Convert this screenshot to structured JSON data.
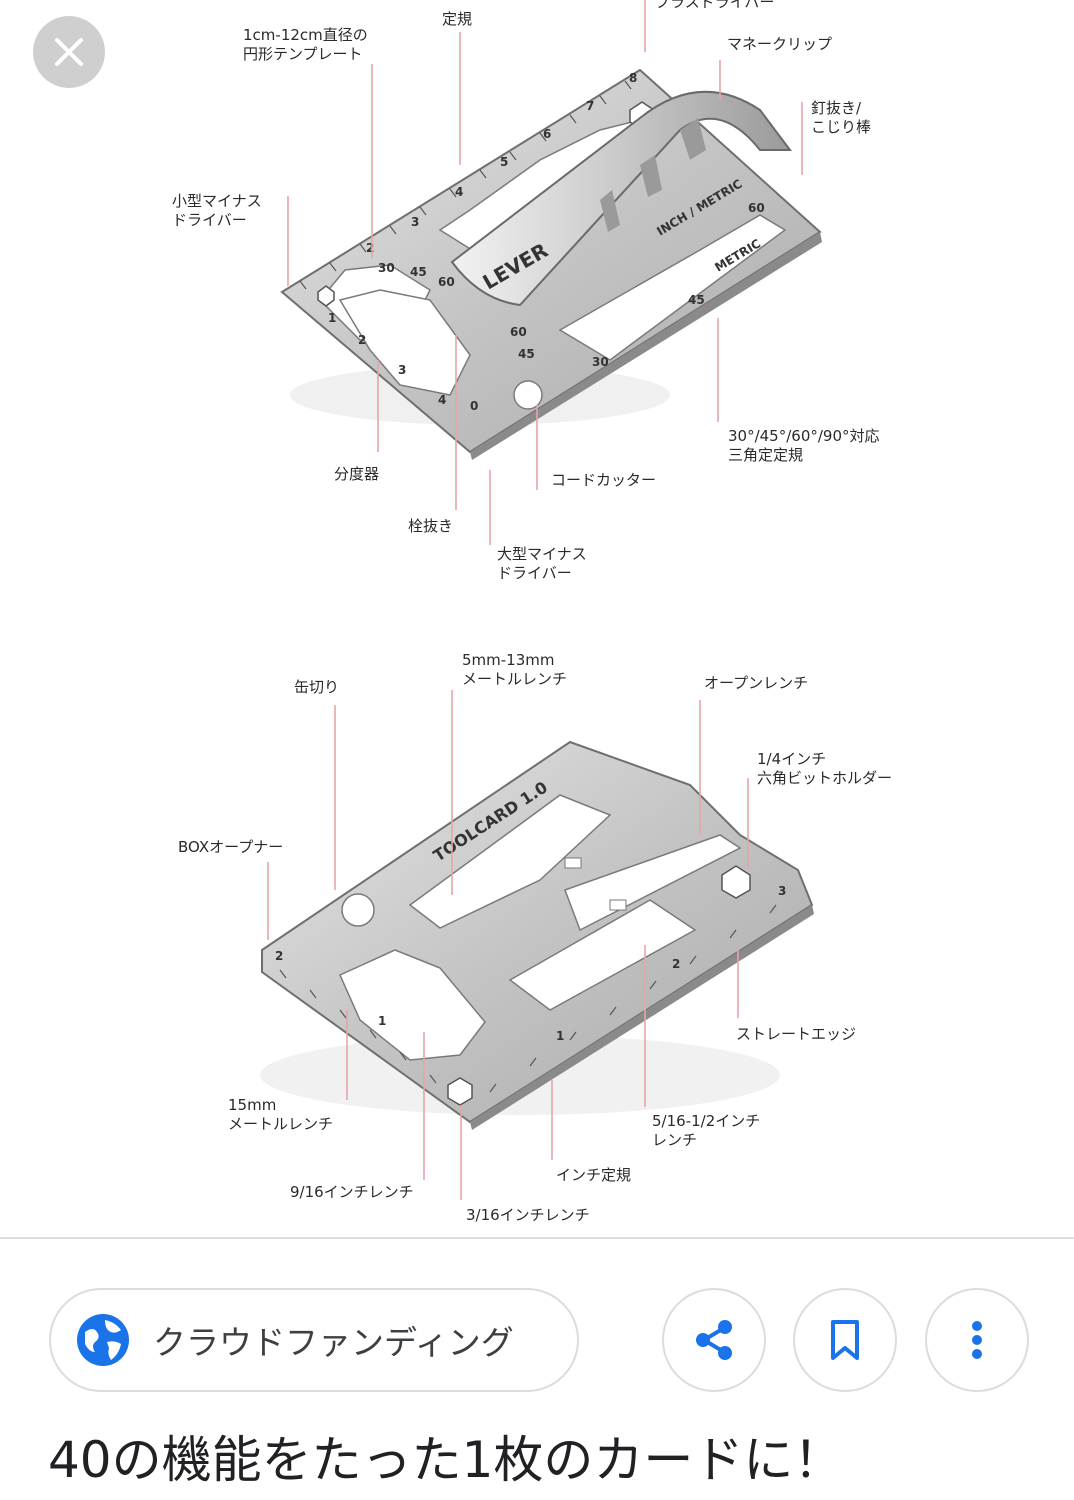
{
  "top_card": {
    "brand": "LEVER",
    "scale_labels": [
      "INCH / METRIC",
      "METRIC"
    ],
    "labels": {
      "cross_driver": "プラスドライバー",
      "ruler": "定規",
      "circle_template_1": "1cm-12cm直径の",
      "circle_template_2": "円形テンプレート",
      "money_clip": "マネークリップ",
      "nail_puller_1": "釘抜き/",
      "nail_puller_2": "こじり棒",
      "small_driver_1": "小型マイナス",
      "small_driver_2": "ドライバー",
      "triangle_1": "30°/45°/60°/90°対応",
      "triangle_2": "三角定定規",
      "protractor": "分度器",
      "cord_cutter": "コードカッター",
      "cork_puller": "栓抜き",
      "large_driver_1": "大型マイナス",
      "large_driver_2": "ドライバー"
    }
  },
  "bottom_card": {
    "brand": "TOOLCARD 1.0",
    "labels": {
      "metric_wrench_1": "5mm-13mm",
      "metric_wrench_2": "メートルレンチ",
      "can_opener": "缶切り",
      "open_wrench": "オープンレンチ",
      "bit_holder_1": "1/4インチ",
      "bit_holder_2": "六角ビットホルダー",
      "box_opener": "BOXオープナー",
      "straight_edge": "ストレートエッジ",
      "wrench_15_1": "15mm",
      "wrench_15_2": "メートルレンチ",
      "inch_wrench_1": "5/16-1/2インチ",
      "inch_wrench_2": "レンチ",
      "wrench_916": "9/16インチレンチ",
      "inch_ruler": "インチ定規",
      "wrench_316": "3/16インチレンチ"
    }
  },
  "source": {
    "name": "クラウドファンディング",
    "icon": "globe-icon"
  },
  "actions": {
    "share_icon": "share-icon",
    "bookmark_icon": "bookmark-icon",
    "more_icon": "more-vert-icon"
  },
  "caption": "40の機能をたった1枚のカードに！",
  "colors": {
    "leader_line": "#e7a3a8",
    "source_icon": "#1a73e8",
    "action_icon": "#1a73e8"
  }
}
